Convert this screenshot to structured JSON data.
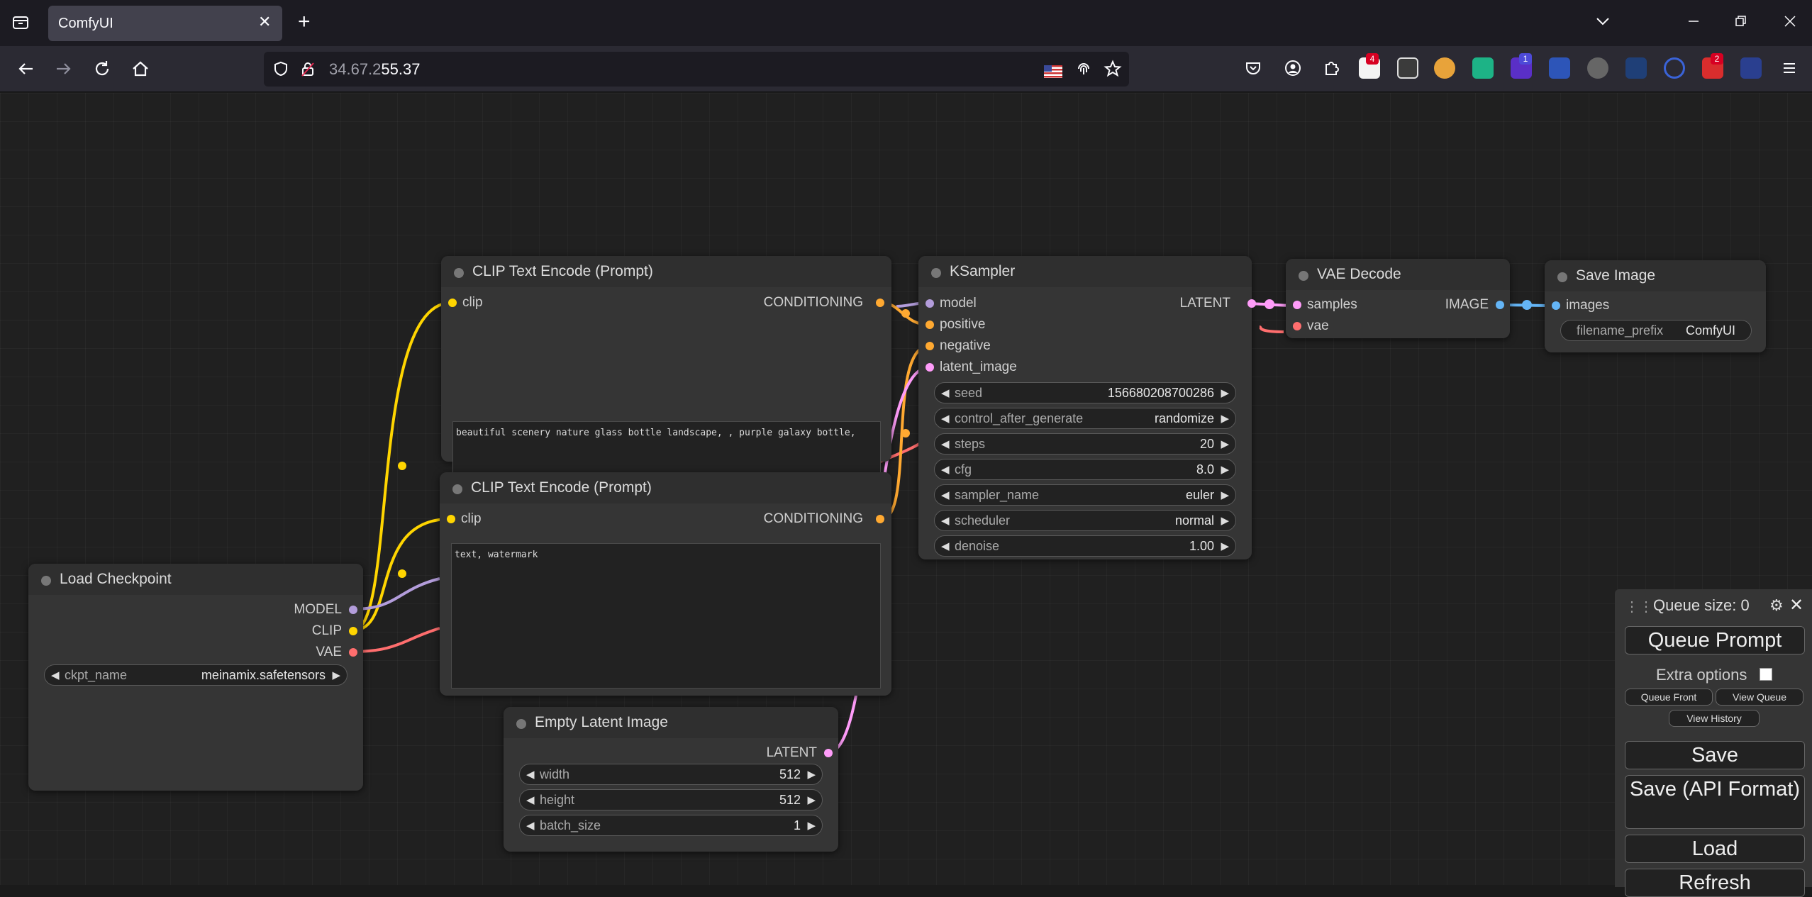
{
  "browser": {
    "tab_title": "ComfyUI",
    "url_dim": "34.67.2",
    "url_rest": "55.37",
    "badges": {
      "ext1": "4",
      "ext2": "1",
      "ext3": "2"
    }
  },
  "colors": {
    "clip": "#ffd500",
    "conditioning": "#ffa931",
    "model": "#b39ddb",
    "vae": "#ff6e6e",
    "latent": "#ff9cf9",
    "image": "#64b5f6"
  },
  "nodes": {
    "clip_pos": {
      "title": "CLIP Text Encode (Prompt)",
      "input": "clip",
      "output": "CONDITIONING",
      "text": "beautiful scenery nature glass bottle landscape, , purple galaxy bottle,"
    },
    "clip_neg": {
      "title": "CLIP Text Encode (Prompt)",
      "input": "clip",
      "output": "CONDITIONING",
      "text": "text, watermark"
    },
    "ksampler": {
      "title": "KSampler",
      "inputs": [
        "model",
        "positive",
        "negative",
        "latent_image"
      ],
      "output": "LATENT",
      "widgets": [
        {
          "label": "seed",
          "value": "156680208700286"
        },
        {
          "label": "control_after_generate",
          "value": "randomize"
        },
        {
          "label": "steps",
          "value": "20"
        },
        {
          "label": "cfg",
          "value": "8.0"
        },
        {
          "label": "sampler_name",
          "value": "euler"
        },
        {
          "label": "scheduler",
          "value": "normal"
        },
        {
          "label": "denoise",
          "value": "1.00"
        }
      ]
    },
    "vae_decode": {
      "title": "VAE Decode",
      "inputs": [
        "samples",
        "vae"
      ],
      "output": "IMAGE"
    },
    "save_image": {
      "title": "Save Image",
      "input": "images",
      "widget_label": "filename_prefix",
      "widget_value": "ComfyUI"
    },
    "checkpoint": {
      "title": "Load Checkpoint",
      "outputs": [
        "MODEL",
        "CLIP",
        "VAE"
      ],
      "widget_label": "ckpt_name",
      "widget_value": "meinamix.safetensors"
    },
    "latent": {
      "title": "Empty Latent Image",
      "output": "LATENT",
      "widgets": [
        {
          "label": "width",
          "value": "512"
        },
        {
          "label": "height",
          "value": "512"
        },
        {
          "label": "batch_size",
          "value": "1"
        }
      ]
    }
  },
  "queue": {
    "size_label": "Queue size: 0",
    "queue_prompt": "Queue Prompt",
    "extra_options": "Extra options",
    "queue_front": "Queue Front",
    "view_queue": "View Queue",
    "view_history": "View History",
    "save": "Save",
    "save_api": "Save (API Format)",
    "load": "Load",
    "refresh": "Refresh"
  }
}
